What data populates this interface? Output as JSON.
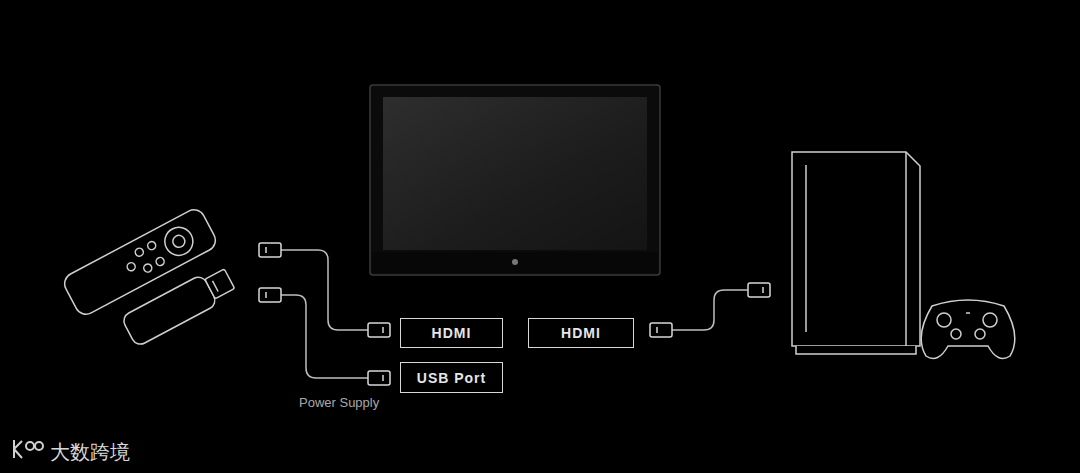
{
  "diagram": {
    "nodes": [
      {
        "text": [
          "HDMI"
        ]
      },
      {
        "text": [
          "HDMI"
        ]
      },
      {
        "text": [
          "USB Port"
        ]
      }
    ],
    "labels": [
      "Power Supply",
      "大数跨境"
    ]
  }
}
